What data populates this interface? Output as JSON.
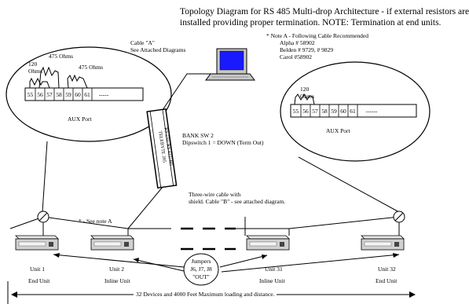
{
  "title": {
    "line1": "Topology Diagram for RS 485 Multi-drop Architecture - if external resistors are",
    "line2": "installed providing proper termination. NOTE: Termination at end units."
  },
  "cable_a": {
    "line1": "Cable \"A\"",
    "line2": "See Attached Diagrams"
  },
  "note_a": {
    "header": "* Note A - Following Cable Recommended",
    "items": [
      "Alpha  # 58902",
      "Belden # 9729, # 9829",
      "Carol  #58902"
    ]
  },
  "left_port": {
    "resistors": [
      "120",
      "Ohms",
      "475 Ohms",
      "475 Ohms"
    ],
    "terminals": [
      "55",
      "56",
      "57",
      "58",
      "59",
      "60",
      "61",
      "-----"
    ],
    "label": "AUX Port"
  },
  "right_port": {
    "resistors": [
      "120",
      "Ohms"
    ],
    "terminals": [
      "55",
      "56",
      "57",
      "58",
      "59",
      "60",
      "61",
      "------"
    ],
    "label": "AUX Port"
  },
  "bank": {
    "line1": "BANK SW 2",
    "line2": "Dipswitch  1 = DOWN (Term Out)"
  },
  "converter": {
    "line1": "TELEBYTE 285",
    "line2": "RS 232/ RS 422/485"
  },
  "three_wire": {
    "line1": "Three-wire cable with",
    "line2": "shield. Cable \"B\" - see attached diagram."
  },
  "see_note": "* - See note A",
  "units": [
    {
      "name": "Unit 1",
      "role": "End Unit"
    },
    {
      "name": "Unit 2",
      "role": "Inline Unit"
    },
    {
      "name": "Unit 31",
      "role": "Inline Unit"
    },
    {
      "name": "Unit 32",
      "role": "End Unit"
    }
  ],
  "jumpers": {
    "line1": "Jumpers",
    "line2": "J6, J7, J8",
    "line3": "\"OUT\""
  },
  "distance": "32 Devices and 4000 Feet Maximum loading and distance."
}
